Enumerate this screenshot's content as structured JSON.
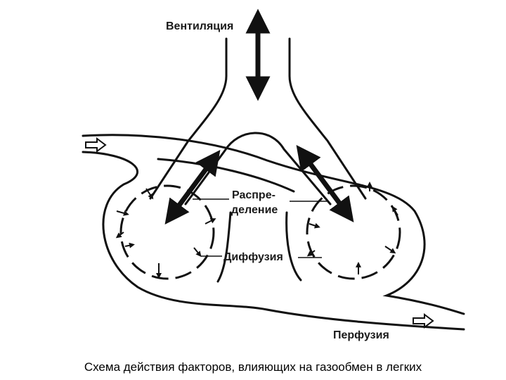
{
  "diagram": {
    "labels": {
      "ventilation": "Вентиляция",
      "distribution_line1": "Распре-",
      "distribution_line2": "деление",
      "diffusion": "Диффузия",
      "perfusion": "Перфузия"
    }
  },
  "caption": "Схема действия факторов, влияющих на газообмен в легких"
}
